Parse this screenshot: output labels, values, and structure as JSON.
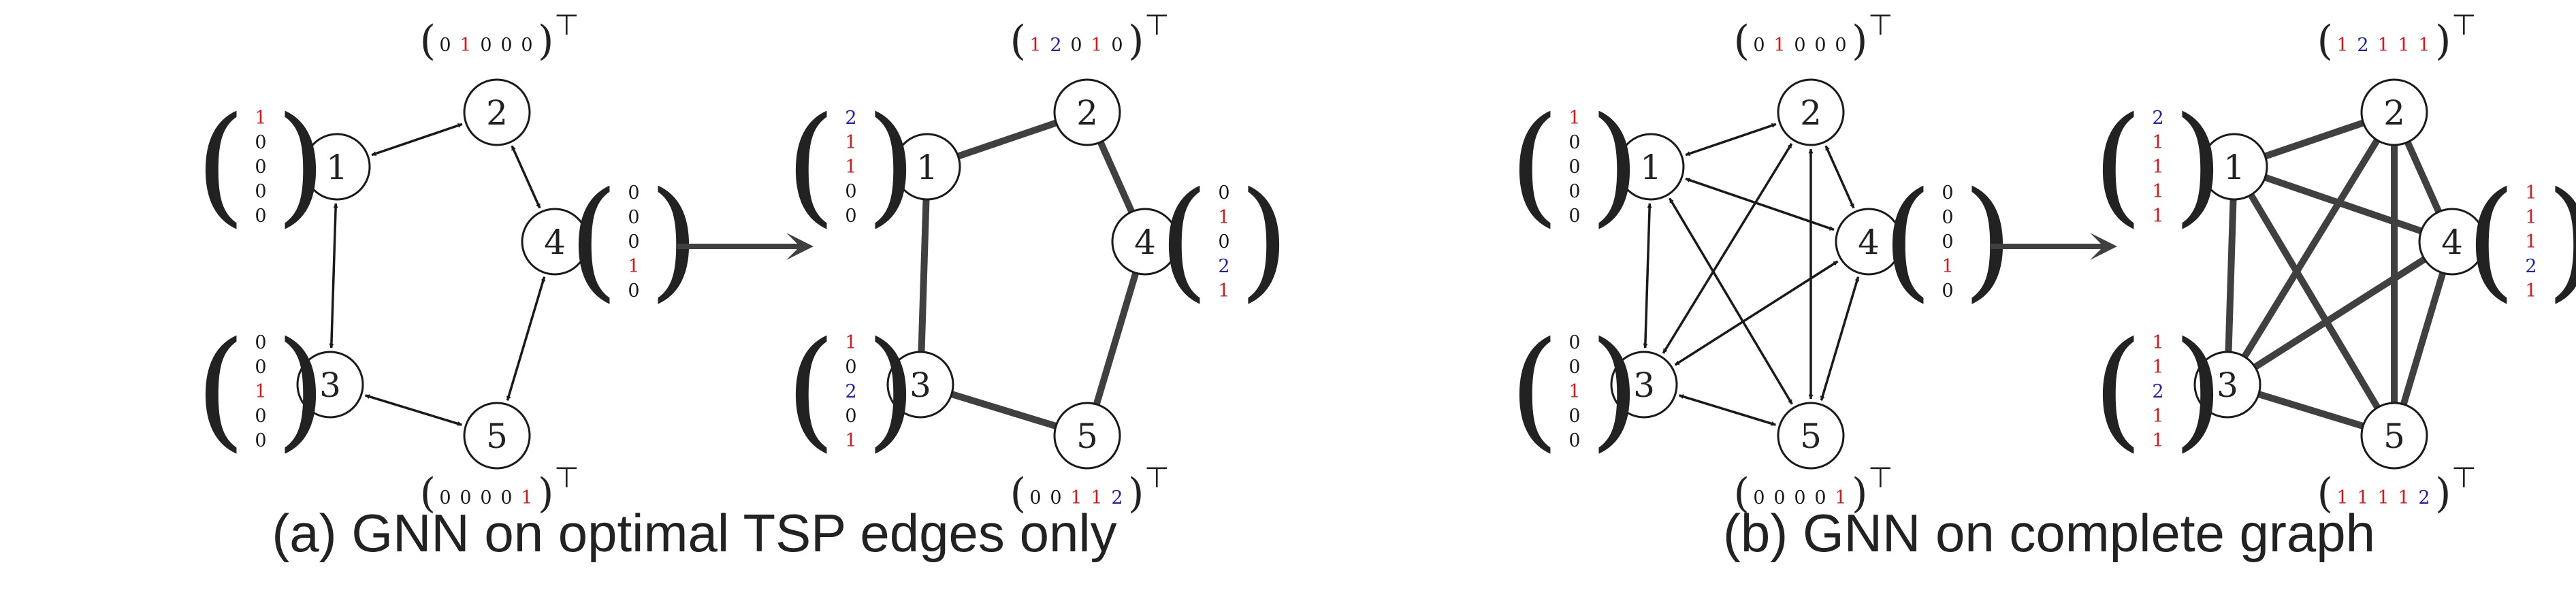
{
  "colors": {
    "black": "#1a1a1a",
    "red": "#d7191c",
    "blue": "#1f1fb4",
    "edge": "#404040"
  },
  "transpose_symbol": "⊤",
  "panels": [
    {
      "caption": "(a) GNN on optimal TSP edges only",
      "nodes": [
        "1",
        "2",
        "3",
        "4",
        "5"
      ],
      "left_vectors": [
        [
          "1",
          "0",
          "0",
          "0",
          "0"
        ],
        [
          "0",
          "1",
          "0",
          "0",
          "0"
        ],
        [
          "0",
          "0",
          "1",
          "0",
          "0"
        ],
        [
          "0",
          "0",
          "0",
          "1",
          "0"
        ],
        [
          "0",
          "0",
          "0",
          "0",
          "1"
        ]
      ],
      "right_vectors": [
        [
          "2",
          "1",
          "1",
          "0",
          "0"
        ],
        [
          "1",
          "2",
          "0",
          "1",
          "0"
        ],
        [
          "1",
          "0",
          "2",
          "0",
          "1"
        ],
        [
          "0",
          "1",
          "0",
          "2",
          "1"
        ],
        [
          "0",
          "0",
          "1",
          "1",
          "2"
        ]
      ]
    },
    {
      "caption": "(b) GNN on complete graph",
      "nodes": [
        "1",
        "2",
        "3",
        "4",
        "5"
      ],
      "left_vectors": [
        [
          "1",
          "0",
          "0",
          "0",
          "0"
        ],
        [
          "0",
          "1",
          "0",
          "0",
          "0"
        ],
        [
          "0",
          "0",
          "1",
          "0",
          "0"
        ],
        [
          "0",
          "0",
          "0",
          "1",
          "0"
        ],
        [
          "0",
          "0",
          "0",
          "0",
          "1"
        ]
      ],
      "right_vectors": [
        [
          "2",
          "1",
          "1",
          "1",
          "1"
        ],
        [
          "1",
          "2",
          "1",
          "1",
          "1"
        ],
        [
          "1",
          "1",
          "2",
          "1",
          "1"
        ],
        [
          "1",
          "1",
          "1",
          "2",
          "1"
        ],
        [
          "1",
          "1",
          "1",
          "1",
          "2"
        ]
      ]
    }
  ]
}
